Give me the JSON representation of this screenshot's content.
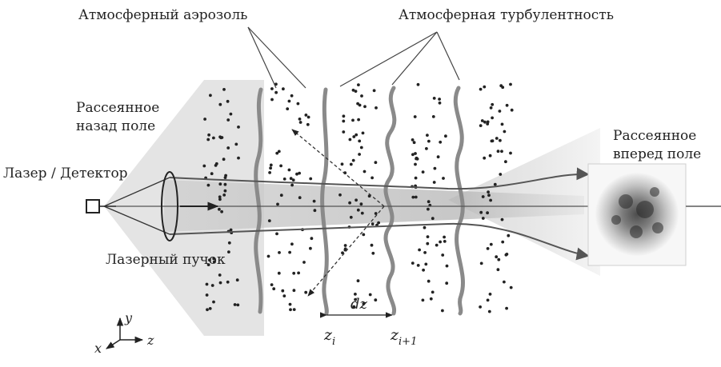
{
  "labels": {
    "aerosol": "Атмосферный аэрозоль",
    "turbulence": "Атмосферная турбулентность",
    "backscatter_line1": "Рассеянное",
    "backscatter_line2": "назад поле",
    "forward_line1": "Рассеянное",
    "forward_line2": "вперед поле",
    "laser_detector": "Лазер / Детектор",
    "laser_beam": "Лазерный пучок",
    "dz": "dz",
    "z_i_base": "z",
    "z_i_sub": "i",
    "z_i1_base": "z",
    "z_i1_sub": "i+1"
  },
  "axes": {
    "x": "x",
    "y": "y",
    "z": "z"
  },
  "colors": {
    "screen": "#8a8a8a",
    "beam": "#555555",
    "particle": "#222222",
    "cone": "#d6d6d6",
    "text": "#222222"
  }
}
